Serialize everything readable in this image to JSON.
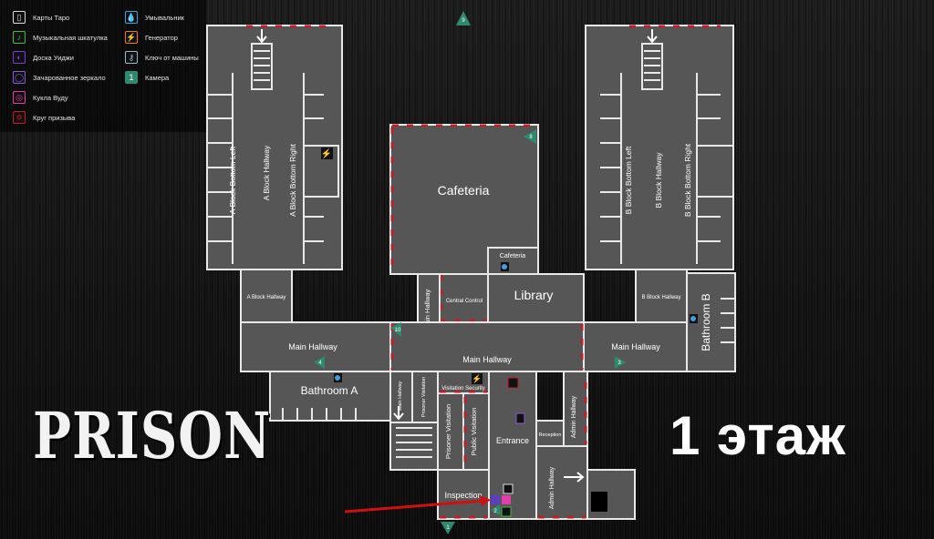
{
  "legend": [
    {
      "label": "Карты Таро",
      "icon": "tarot-cards-icon",
      "color": "#dddddd"
    },
    {
      "label": "Музыкальная шкатулка",
      "icon": "music-box-icon",
      "color": "#3fbf3f"
    },
    {
      "label": "Доска Уиджи",
      "icon": "ouija-board-icon",
      "color": "#7a3fd6"
    },
    {
      "label": "Зачарованное зеркало",
      "icon": "haunted-mirror-icon",
      "color": "#8a5fd6"
    },
    {
      "label": "Кукла Вуду",
      "icon": "voodoo-doll-icon",
      "color": "#e03fa8"
    },
    {
      "label": "Круг призыва",
      "icon": "summoning-circle-icon",
      "color": "#c0202a"
    },
    {
      "label": "Умывальник",
      "icon": "sink-icon",
      "color": "#3fa0e0"
    },
    {
      "label": "Генератор",
      "icon": "generator-icon",
      "color": "#f07a20"
    },
    {
      "label": "Ключ от машины",
      "icon": "car-key-icon",
      "color": "#9ab8c8"
    },
    {
      "label": "Камера",
      "icon": "camera-icon",
      "color": "#2e8a6e",
      "number": "1"
    }
  ],
  "title": "PRISON",
  "floor_label": "1 этаж",
  "rooms": {
    "a_left": "A Block Bottom Left",
    "a_hall": "A Block Hallway",
    "a_right": "A Block Bottom Right",
    "a_hall_small": "A Block Hallway",
    "cafeteria": "Cafeteria",
    "cafeteria_small": "Cafeteria",
    "library": "Library",
    "central_control": "Central Control",
    "main_hall_v": "Main Hallway",
    "b_left": "B Block Bottom Left",
    "b_hall": "B Block Hallway",
    "b_right": "B Block Bottom Right",
    "b_hall_small": "B Block Hallway",
    "bathroom_b": "Bathroom B",
    "main_hall_left": "Main Hallway",
    "main_hall_center": "Main Hallway",
    "main_hall_right": "Main Hallway",
    "bathroom_a": "Bathroom A",
    "main_hall_small": "Main Hallway",
    "prisoner_visitation_small": "Prisoner Visitation",
    "visitation_security": "Visitation Security",
    "prisoner_visitation": "Prisoner Visitation",
    "public_visitation": "Public Visitation",
    "entrance": "Entrance",
    "reception": "Reception",
    "admin_hall_top": "Admin Hallway",
    "admin_hall_bottom": "Admin Hallway",
    "inspection": "Inspection"
  },
  "cameras": [
    "1",
    "2",
    "3",
    "4",
    "8",
    "9",
    "10"
  ]
}
